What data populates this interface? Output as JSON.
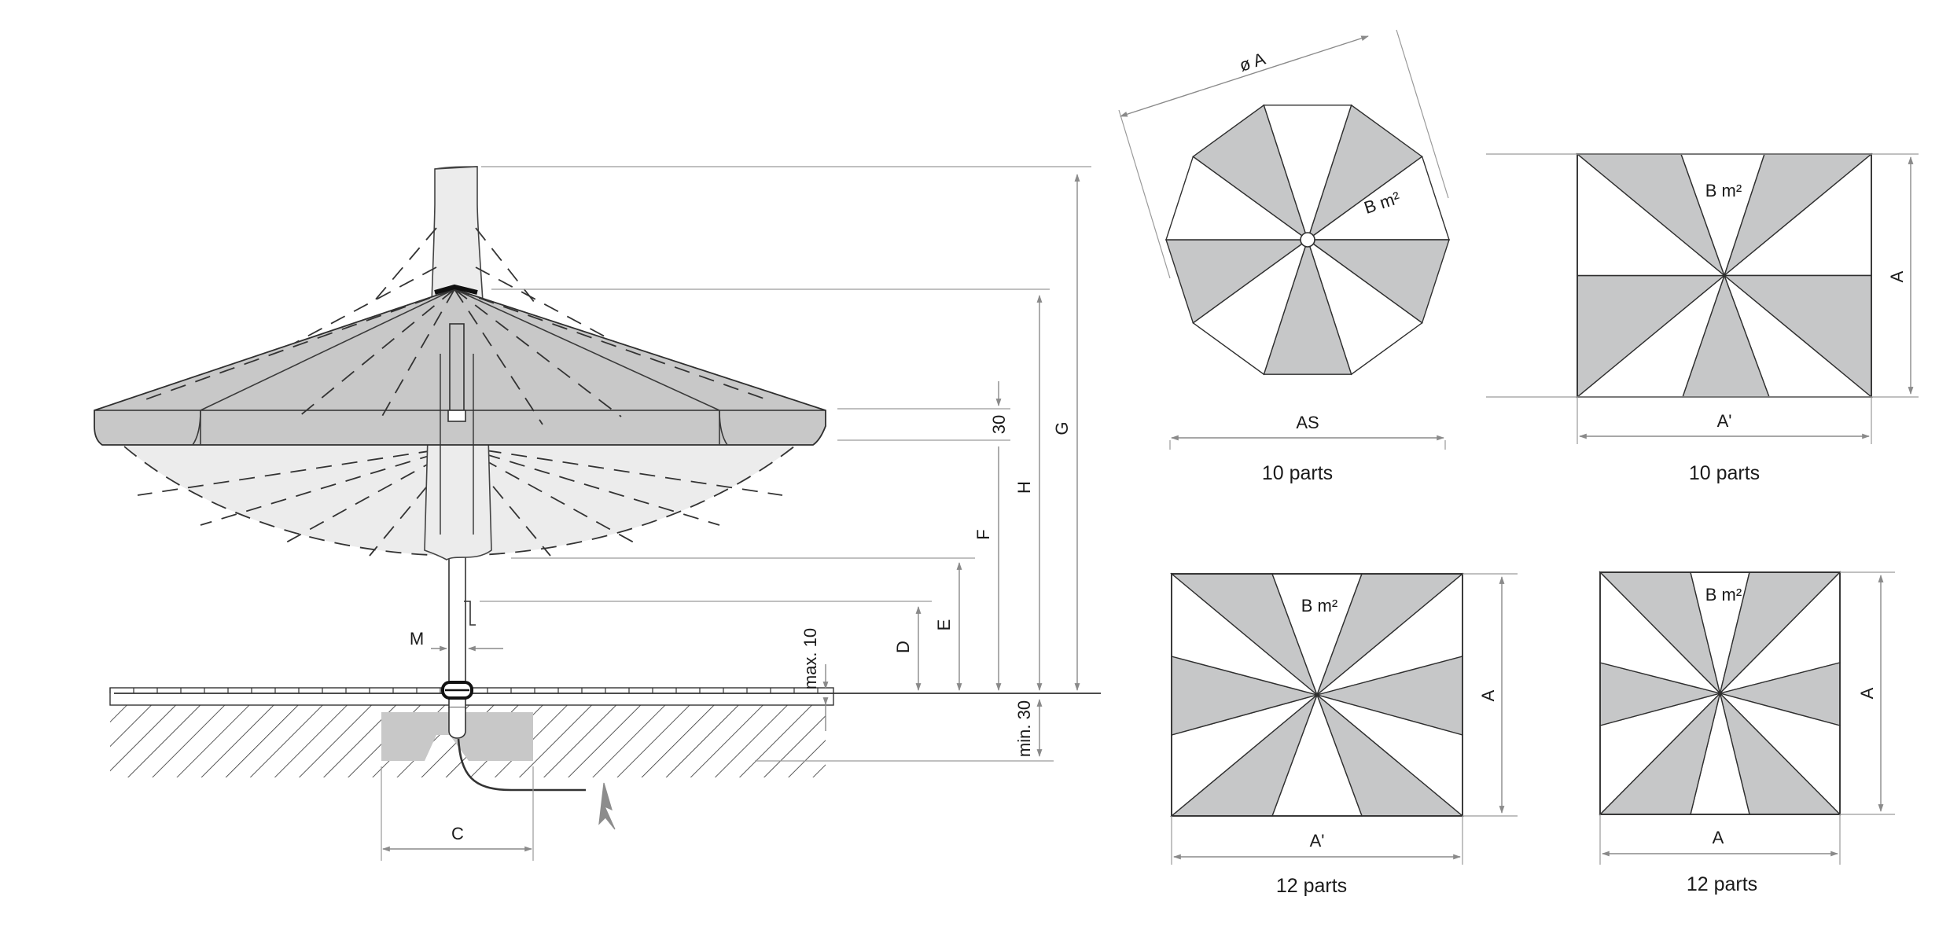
{
  "colors": {
    "canopy": "#c8c8c8",
    "panel_dark": "#c6c7c8",
    "panel_light": "#ffffff",
    "open_canopy": "#ececec",
    "line": "#2f2f2f",
    "dim": "#8a8a8a"
  },
  "side_view": {
    "dims": {
      "G": "G",
      "H": "H",
      "F": "F",
      "E": "E",
      "D": "D",
      "h30": "30",
      "max10": "max. 10",
      "min30": "min. 30",
      "M": "M",
      "C": "C"
    },
    "icons": [
      "lightning-icon"
    ]
  },
  "plans": [
    {
      "type": "octagon",
      "panels": 10,
      "caption": "10 parts",
      "area": "B m²",
      "diameter": "ø A",
      "width": "AS"
    },
    {
      "type": "rect",
      "panels": 10,
      "caption": "10 parts",
      "area": "B m²",
      "width": "A'",
      "height": "A"
    },
    {
      "type": "rect",
      "panels": 12,
      "caption": "12 parts",
      "area": "B m²",
      "width": "A'",
      "height": "A"
    },
    {
      "type": "square",
      "panels": 12,
      "caption": "12 parts",
      "area": "B m²",
      "width": "A",
      "height": "A"
    }
  ]
}
